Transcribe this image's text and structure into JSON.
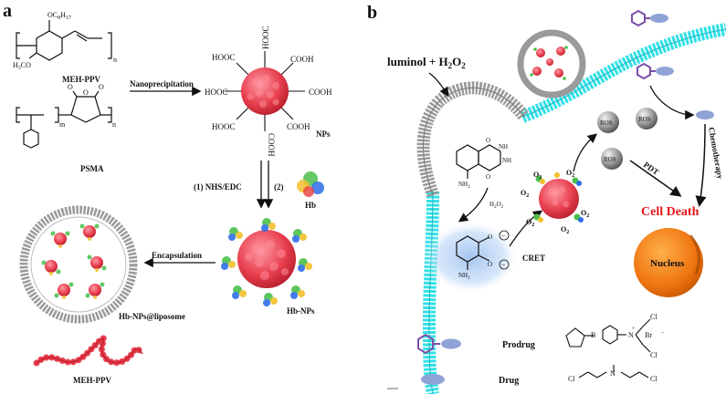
{
  "panel_a": {
    "letter": "a",
    "polymer1": {
      "name": "MEH-PPV",
      "sub_top": "OC",
      "sub_top_n": "8",
      "sub_top_h": "H",
      "sub_top_n2": "17",
      "sub_left": "H",
      "sub_left_n": "3",
      "sub_left_rest": "CO",
      "index": "n"
    },
    "polymer2": {
      "name": "PSMA",
      "index_m": "m",
      "index_n": "n",
      "o1": "O",
      "o2": "O",
      "o3": "O"
    },
    "step1": "Nanoprecipitation",
    "np_label": "NPs",
    "cooh": "COOH",
    "hooc": "HOOC",
    "step2a": "(1) NHS/EDC",
    "step2b": "(2)",
    "hb_label": "Hb",
    "hbnp_label": "Hb-NPs",
    "step3": "Encapsulation",
    "lipo_label": "Hb-NPs@liposome",
    "chain_label": "MEH-PPV"
  },
  "panel_b": {
    "letter": "b",
    "luminol": "luminol + H",
    "luminol_sub": "2",
    "luminol_o": "O",
    "luminol_sub2": "2",
    "h2o2": "H",
    "h2o2_sub": "2",
    "h2o2_o": "O",
    "h2o2_sub2": "2",
    "nh2": "NH",
    "nh2_sub": "2",
    "nh": "NH",
    "o_atom": "O",
    "o2": "O",
    "o2_sub": "2",
    "ros": "ROS",
    "pdt": "PDT",
    "chemo": "Chemotherapy",
    "cret": "CRET",
    "cell_death": "Cell Death",
    "nucleus": "Nucleus",
    "prodrug": "Prodrug",
    "drug": "Drug",
    "cl": "Cl",
    "br": "Br",
    "b_atom": "B",
    "n_atom": "N",
    "plus": "+",
    "minus": "−"
  },
  "colors": {
    "nanoparticle": "#e8404f",
    "membrane": "#33e0e8",
    "liposome_gray": "#9a9a9a",
    "cell_death": "#e8141c",
    "nucleus": "#f07a10",
    "prodrug_ring": "#7a4fa8",
    "drug_pill": "#8fa3d6",
    "glow": "#9fc2f0"
  }
}
